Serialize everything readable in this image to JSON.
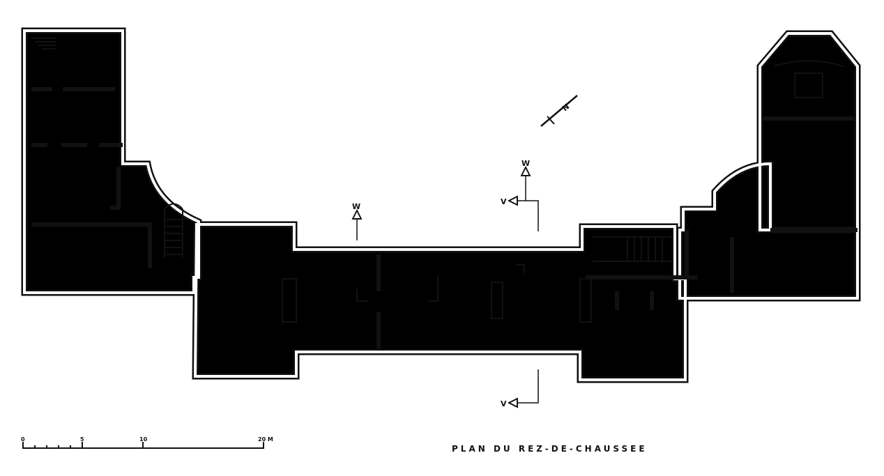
{
  "title": "PLAN DU REZ-DE-CHAUSSEE",
  "scale": {
    "ticks": [
      "0",
      "5",
      "10",
      "20 M"
    ]
  },
  "section_markers": {
    "w_left": "W",
    "w_right": "W",
    "v_top": "V",
    "v_bottom": "V"
  },
  "north_arrow": {
    "label": "N"
  }
}
